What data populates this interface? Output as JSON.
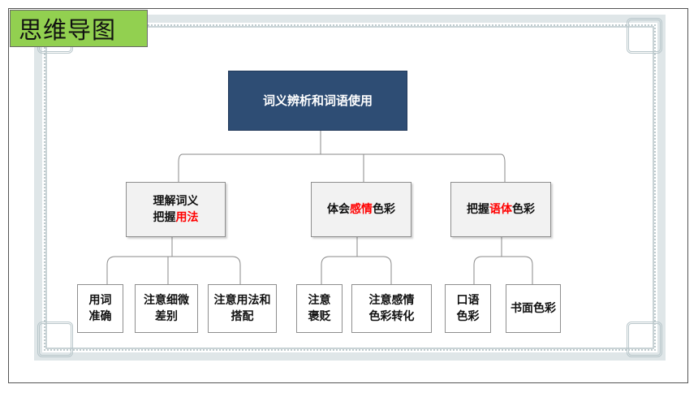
{
  "title": "思维导图",
  "colors": {
    "root_bg": "#2e4d74",
    "tag_bg": "#92d050",
    "highlight": "#ff0000"
  },
  "root": {
    "label": "词义辨析和词语使用"
  },
  "branches": [
    {
      "line1": "理解词义",
      "line2_plain": "把握",
      "line2_hl": "用法",
      "children": [
        {
          "line1": "用词",
          "line2": "准确"
        },
        {
          "line1": "注意细微",
          "line2": "差别"
        },
        {
          "line1": "注意用法和",
          "line2": "搭配"
        }
      ]
    },
    {
      "pre": "体会",
      "hl": "感情",
      "post": "色彩",
      "children": [
        {
          "line1": "注意",
          "line2": "褒贬"
        },
        {
          "line1": "注意感情",
          "line2": "色彩转化"
        }
      ]
    },
    {
      "pre": "把握",
      "hl": "语体",
      "post": "色彩",
      "children": [
        {
          "line1": "口语",
          "line2": "色彩"
        },
        {
          "line1": "书面色彩"
        }
      ]
    }
  ]
}
